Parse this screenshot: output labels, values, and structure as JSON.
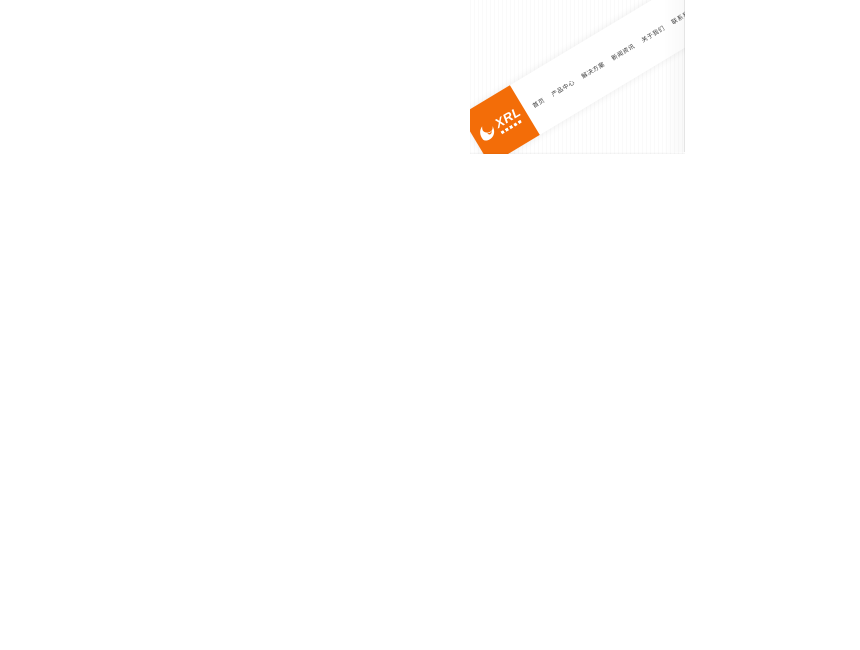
{
  "page": {
    "background_color": "#ffffff"
  },
  "site_header": {
    "brand": {
      "logo_text": "XRL",
      "logo_background_color": "#f36d08",
      "logo_text_color": "#ffffff",
      "logo_icon": "lion-swoosh-icon"
    },
    "nav": {
      "items": [
        {
          "label": "首页"
        },
        {
          "label": "产品中心"
        },
        {
          "label": "解决方案"
        },
        {
          "label": "新闻资讯"
        },
        {
          "label": "关于我们"
        },
        {
          "label": "联系我们"
        }
      ]
    },
    "search": {
      "icon": "magnifier-icon",
      "icon_color": "#8a8a8a"
    }
  }
}
